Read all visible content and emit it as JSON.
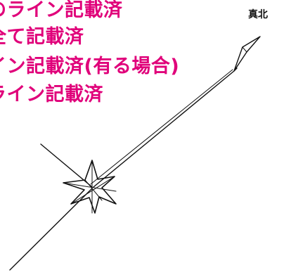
{
  "notes": [
    "のライン記載済",
    "全て記載済",
    "イン記載済(有る場合)",
    "ライン記載済"
  ],
  "north_label": "真北",
  "colors": {
    "note_text": "#e0007a",
    "stroke": "#111111",
    "background": "#ffffff"
  },
  "icons": {
    "compass": "north-arrow-compass-star-icon"
  }
}
